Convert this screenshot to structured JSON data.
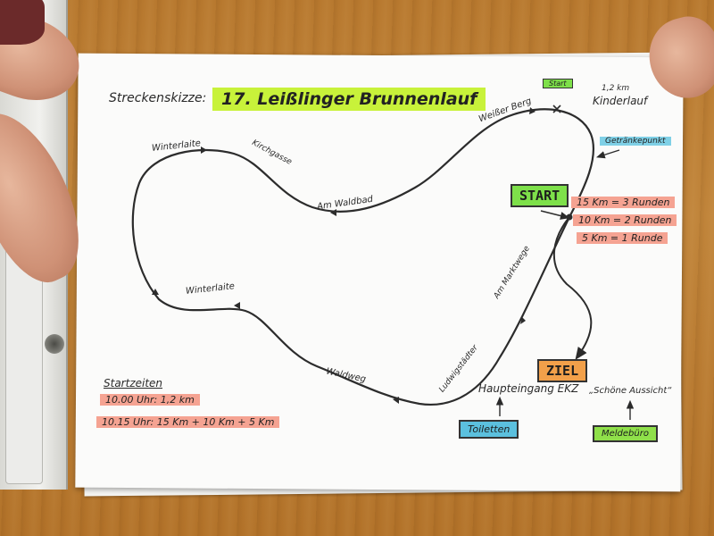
{
  "title": {
    "prefix": "Streckenskizze:",
    "main": "17. Leißlinger Brunnenlauf",
    "highlight_color": "#c8f23a"
  },
  "streets": {
    "winterlaite_top": "Winterlaite",
    "kirchgasse": "Kirchgasse",
    "am_waldbad": "Am Waldbad",
    "weisser_berg": "Weißer Berg",
    "winterlaite_left": "Winterlaite",
    "waldweg": "Waldweg",
    "ludwigstaedter": "Ludwigstädter",
    "am_marktwege": "Am Marktwege"
  },
  "markers": {
    "start_box": "START",
    "start_color": "#7ee04a",
    "ziel_box": "ZIEL",
    "ziel_color": "#f2a04a",
    "start_small": "Start",
    "kinderlauf_dist": "1,2 km",
    "kinderlauf": "Kinderlauf",
    "getraenke": "Getränkepunkt",
    "getraenke_color": "#7fd0e6"
  },
  "distances": [
    {
      "text": "15 Km = 3 Runden"
    },
    {
      "text": "10 Km = 2 Runden"
    },
    {
      "text": "5 Km = 1 Runde"
    }
  ],
  "distance_color": "#f5a392",
  "bottom": {
    "haupteingang": "Haupteingang EKZ",
    "schoene": "„Schöne Aussicht“",
    "toiletten": "Toiletten",
    "toiletten_color": "#5bc0de",
    "meldebuero": "Meldebüro",
    "meldebuero_color": "#8fe04a"
  },
  "startzeiten": {
    "heading": "Startzeiten",
    "row1": "10.00 Uhr: 1,2 km",
    "row2": "10.15 Uhr: 15 Km + 10 Km + 5 Km",
    "highlight_color": "#f5a392"
  }
}
